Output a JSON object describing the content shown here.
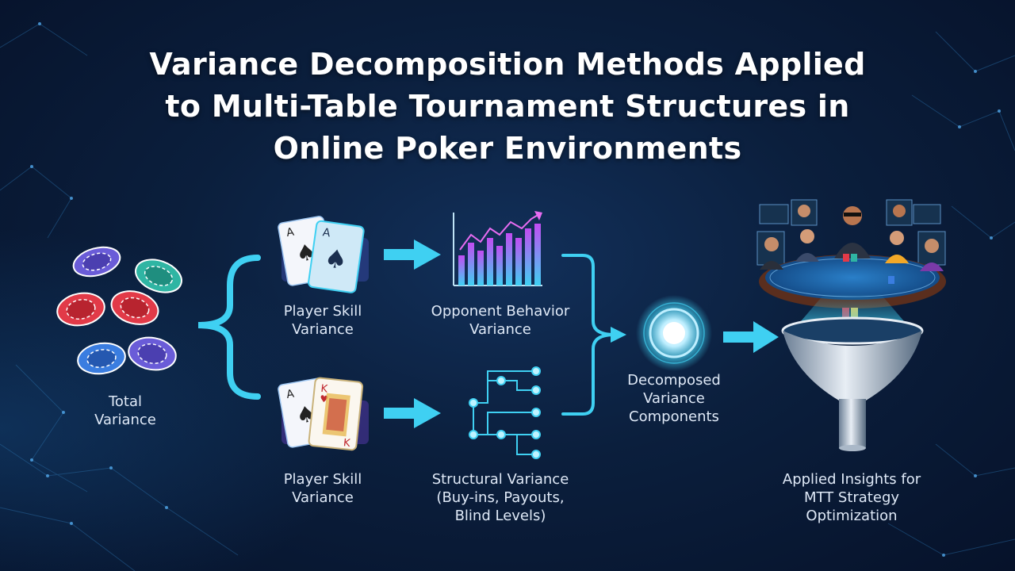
{
  "title": {
    "line1": "Variance Decomposition Methods Applied",
    "line2": "to Multi-Table Tournament Structures in",
    "line3": "Online Poker Environments"
  },
  "nodes": {
    "total": {
      "line1": "Total",
      "line2": "Variance"
    },
    "skill_top": {
      "line1": "Player Skill",
      "line2": "Variance"
    },
    "opponent": {
      "line1": "Opponent Behavior",
      "line2": "Variance"
    },
    "skill_bottom": {
      "line1": "Player Skill",
      "line2": "Variance"
    },
    "structural": {
      "line1": "Structural Variance",
      "line2": "(Buy-ins, Payouts,",
      "line3": "Blind Levels)"
    },
    "decomposed": {
      "line1": "Decomposed",
      "line2": "Variance",
      "line3": "Components"
    },
    "applied": {
      "line1": "Applied Insights for",
      "line2": "MTT Strategy",
      "line3": "Optimization"
    }
  },
  "colors": {
    "accent": "#3fd0f2",
    "background": "#0b1f3d",
    "chip_red": "#e23a48",
    "chip_blue": "#3a7de0",
    "chip_purple": "#6a5cd8",
    "chip_teal": "#2fb5a3",
    "bar_gradient_top": "#c24cf2",
    "bar_gradient_bottom": "#3fd0f2"
  },
  "icons": {
    "chips": "poker-chips-icon",
    "cards_top": "playing-cards-spades-icon",
    "cards_bottom": "playing-cards-king-icon",
    "chart": "bar-chart-growth-icon",
    "tree": "tree-network-icon",
    "orb": "glowing-orb-icon",
    "table": "poker-table-players-icon",
    "funnel": "funnel-icon"
  }
}
